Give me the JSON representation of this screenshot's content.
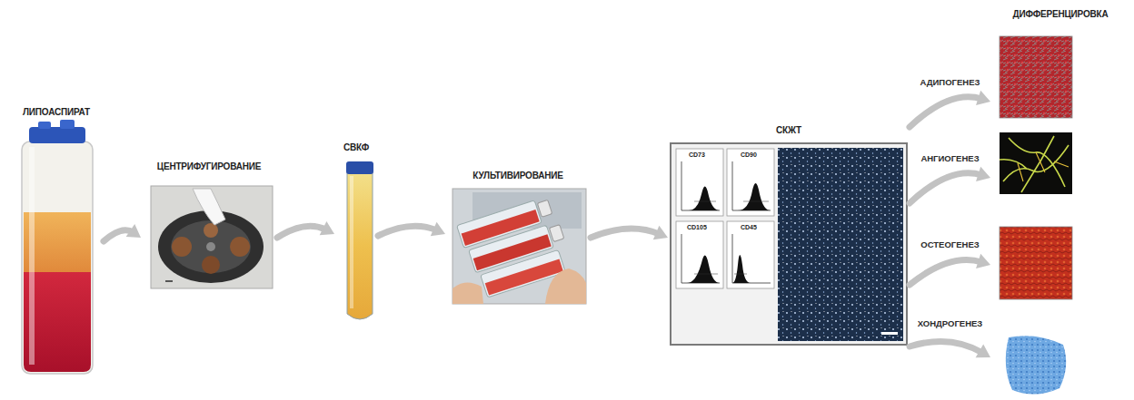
{
  "diagram": {
    "nodes": [
      {
        "text": [
          "ЛИПОАСПИРАТ"
        ]
      },
      {
        "text": [
          "ЦЕНТРИФУГИРОВАНИЕ"
        ]
      },
      {
        "text": [
          "СВКФ"
        ]
      },
      {
        "text": [
          "КУЛЬТИВИРОВАНИЕ"
        ]
      },
      {
        "text": [
          "СКЖТ"
        ]
      },
      {
        "text": [
          "ДИФФЕРЕНЦИРОВКА"
        ]
      }
    ],
    "edges": [
      {
        "from": 0,
        "to": 1,
        "arrow": "to"
      },
      {
        "from": 1,
        "to": 2,
        "arrow": "to"
      },
      {
        "from": 2,
        "to": 3,
        "arrow": "to"
      },
      {
        "from": 3,
        "to": 4,
        "arrow": "to"
      },
      {
        "from": 4,
        "to": 5,
        "label": "АДИПОГЕНЕЗ",
        "arrow": "to"
      },
      {
        "from": 4,
        "to": 5,
        "label": "АНГИОГЕНЕЗ",
        "arrow": "to"
      },
      {
        "from": 4,
        "to": 5,
        "label": "ОСТЕОГЕНЕЗ",
        "arrow": "to"
      },
      {
        "from": 4,
        "to": 5,
        "label": "ХОНДРОГЕНЕЗ",
        "arrow": "to"
      }
    ],
    "labels": [
      "CD73",
      "CD90",
      "CD105",
      "CD45"
    ]
  }
}
